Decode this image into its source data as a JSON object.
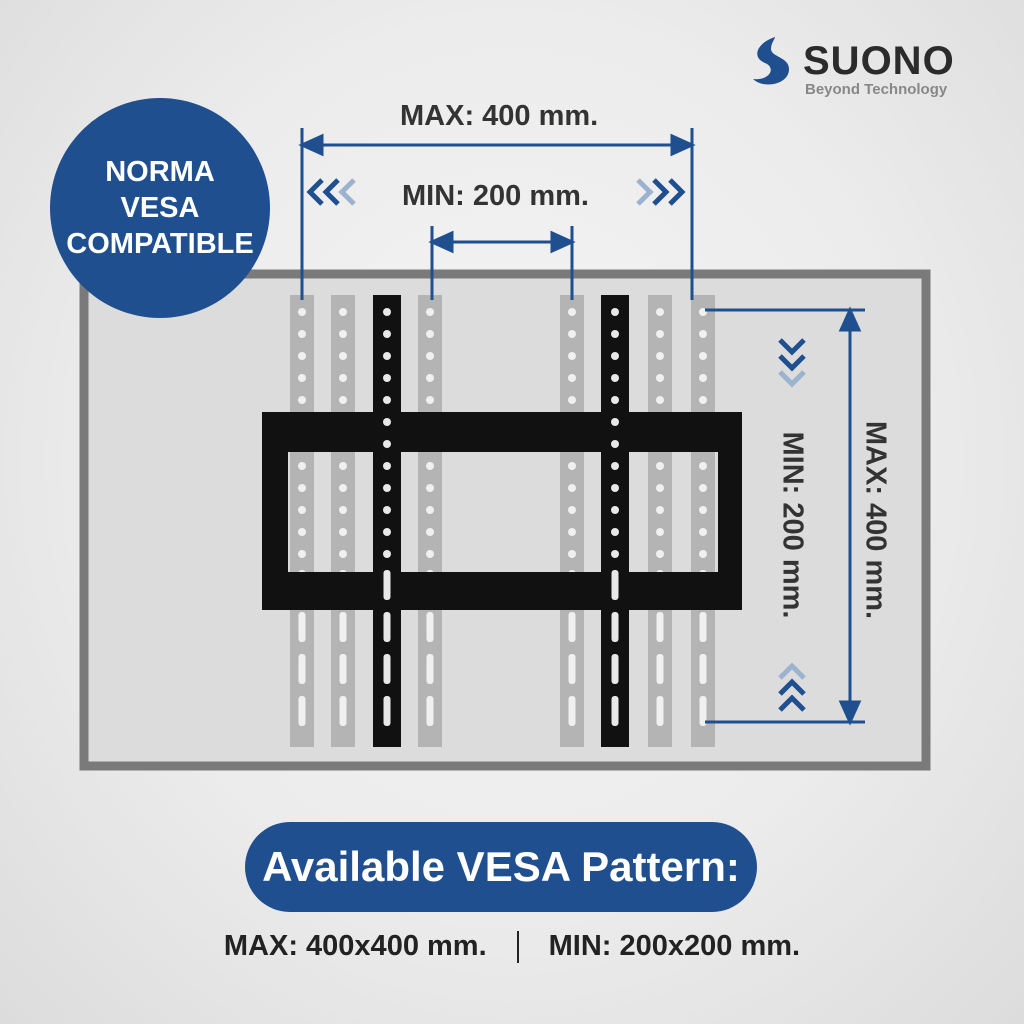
{
  "brand": {
    "name": "SUONO",
    "tagline": "Beyond Technology"
  },
  "badge": {
    "lines": [
      "NORMA",
      "VESA",
      "COMPATIBLE"
    ]
  },
  "dimensions": {
    "horizontal_max": "MAX: 400 mm.",
    "horizontal_min": "MIN: 200 mm.",
    "vertical_max": "MAX: 400 mm.",
    "vertical_min": "MIN: 200 mm."
  },
  "pattern": {
    "title": "Available VESA Pattern:",
    "max": "MAX: 400x400 mm.",
    "min": "MIN: 200x200 mm."
  },
  "colors": {
    "accent": "#1f4f8f",
    "bracket": "#111111",
    "rail": "#b4b4b4",
    "frame": "#7a7a7a"
  }
}
